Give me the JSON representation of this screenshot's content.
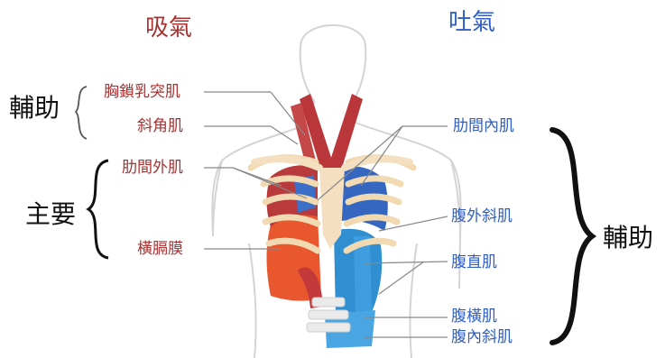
{
  "headings": {
    "inhale": "吸氣",
    "exhale": "吐氣"
  },
  "groups": {
    "accessory_left": "輔助",
    "primary_left": "主要",
    "accessory_right": "輔助"
  },
  "inhale_muscles": {
    "sternocleidomastoid": "胸鎖乳突肌",
    "scalenes": "斜角肌",
    "external_intercostals": "肋間外肌",
    "diaphragm": "橫膈膜"
  },
  "exhale_muscles": {
    "internal_intercostals": "肋間內肌",
    "external_oblique": "腹外斜肌",
    "rectus_abdominis": "腹直肌",
    "transversus_abdominis": "腹橫肌",
    "internal_oblique": "腹內斜肌"
  },
  "colors": {
    "inhale": "#a83232",
    "exhale": "#2f5fc4"
  }
}
